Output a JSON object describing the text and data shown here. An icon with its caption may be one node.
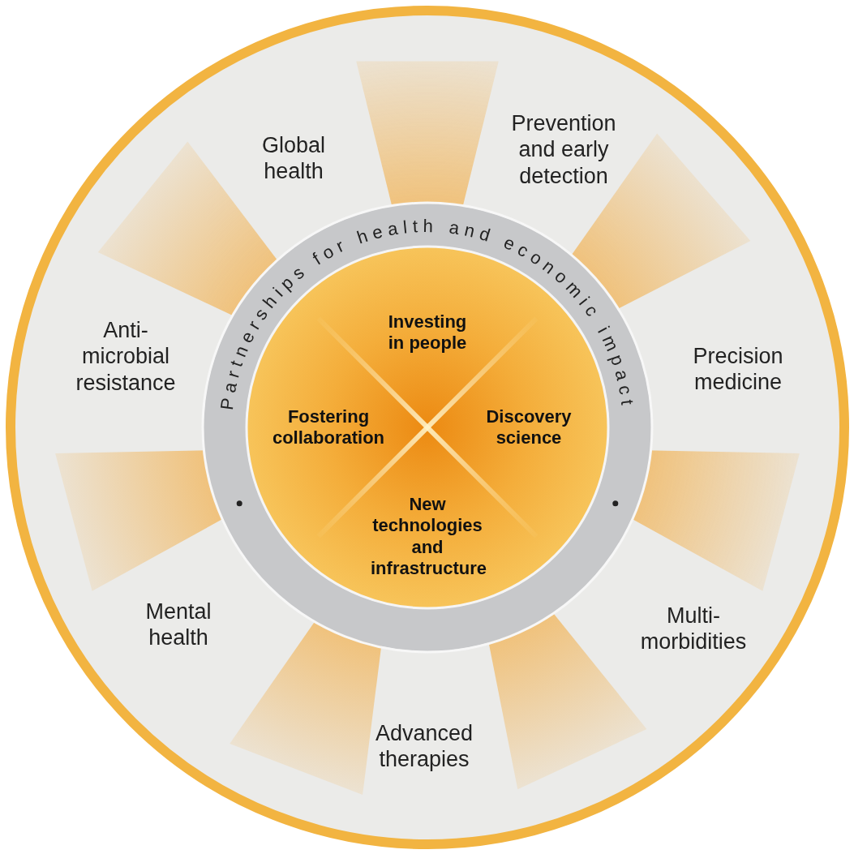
{
  "diagram": {
    "nodes": [
      {
        "text": [
          "Partnerships for health and economic impact"
        ]
      }
    ],
    "labels": [
      "Global health",
      "Prevention and early detection",
      "Anti-microbial resistance",
      "Precision medicine",
      "Investing in people",
      "Fostering collaboration",
      "Discovery science",
      "New technologies and infrastructure",
      "Mental health",
      "Multi-morbidities",
      "Advanced therapies"
    ]
  }
}
